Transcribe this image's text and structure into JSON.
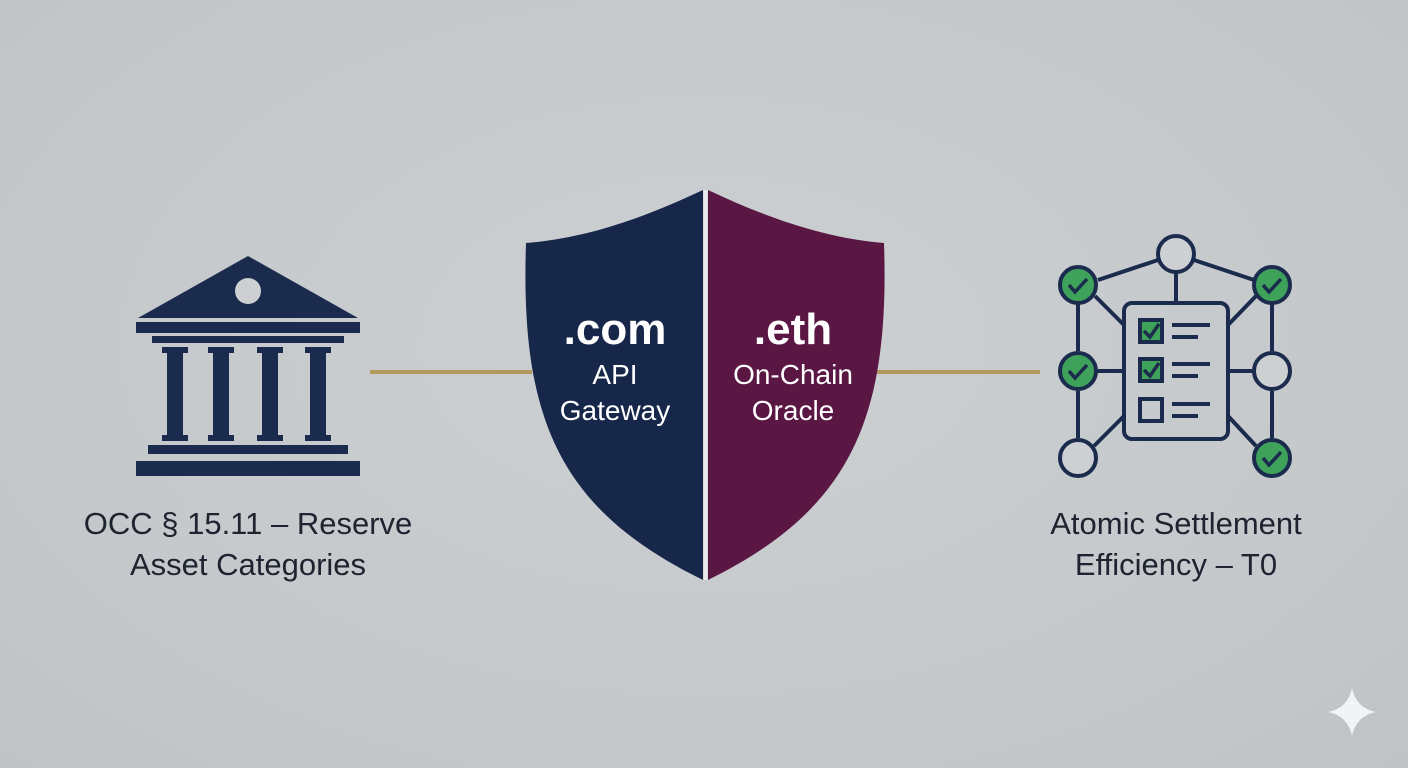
{
  "left": {
    "caption_line1": "OCC § 15.11 – Reserve",
    "caption_line2": "Asset Categories",
    "icon": "bank-building-icon"
  },
  "shield": {
    "left_title": ".com",
    "left_line1": "API",
    "left_line2": "Gateway",
    "right_title": ".eth",
    "right_line1": "On-Chain",
    "right_line2": "Oracle",
    "left_color": "#16274a",
    "right_color": "#5b1744",
    "icon": "shield-icon"
  },
  "right": {
    "caption_line1": "Atomic Settlement",
    "caption_line2": "Efficiency – T0",
    "icon": "network-checklist-icon"
  },
  "colors": {
    "navy": "#1b2b4d",
    "check_green": "#3fa25a",
    "connector_gold": "#b29a5f",
    "background": "#c7cacd"
  }
}
